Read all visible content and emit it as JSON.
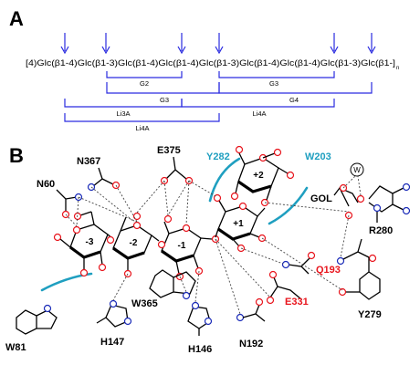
{
  "panel_a": {
    "label": "A",
    "sequence_start": "[4)Glc(β1-4)Glc(β1-3)Glc(β1-4)Glc(β1-4)Glc(β1-3)Glc(β1-4)Glc(β1-4)Glc(β1-3)Glc(β1-]",
    "subscript": "n",
    "brackets": [
      {
        "label": "G2"
      },
      {
        "label": "G3"
      },
      {
        "label": "G3"
      },
      {
        "label": "G4"
      },
      {
        "label": "Li3A"
      },
      {
        "label": "Li4A"
      },
      {
        "label": "Li4A"
      }
    ]
  },
  "panel_b": {
    "label": "B",
    "residues": {
      "n367": "N367",
      "e375": "E375",
      "y282": "Y282",
      "w203": "W203",
      "n60": "N60",
      "gol": "GOL",
      "water": "W",
      "r280": "R280",
      "q193": "Q193",
      "y279": "Y279",
      "w365": "W365",
      "e331": "E331",
      "h147": "H147",
      "h146": "H146",
      "n192": "N192",
      "w81": "W81"
    },
    "subsites": {
      "m3": "-3",
      "m2": "-2",
      "m1": "-1",
      "p1": "+1",
      "p2": "+2"
    }
  },
  "colors": {
    "oxygen": "#e8141c",
    "nitrogen": "#1a2bb8",
    "aromatic_platform": "#1f9fc0",
    "cleavage_arrow": "#2a2be0",
    "red_label": "#e8141c"
  }
}
